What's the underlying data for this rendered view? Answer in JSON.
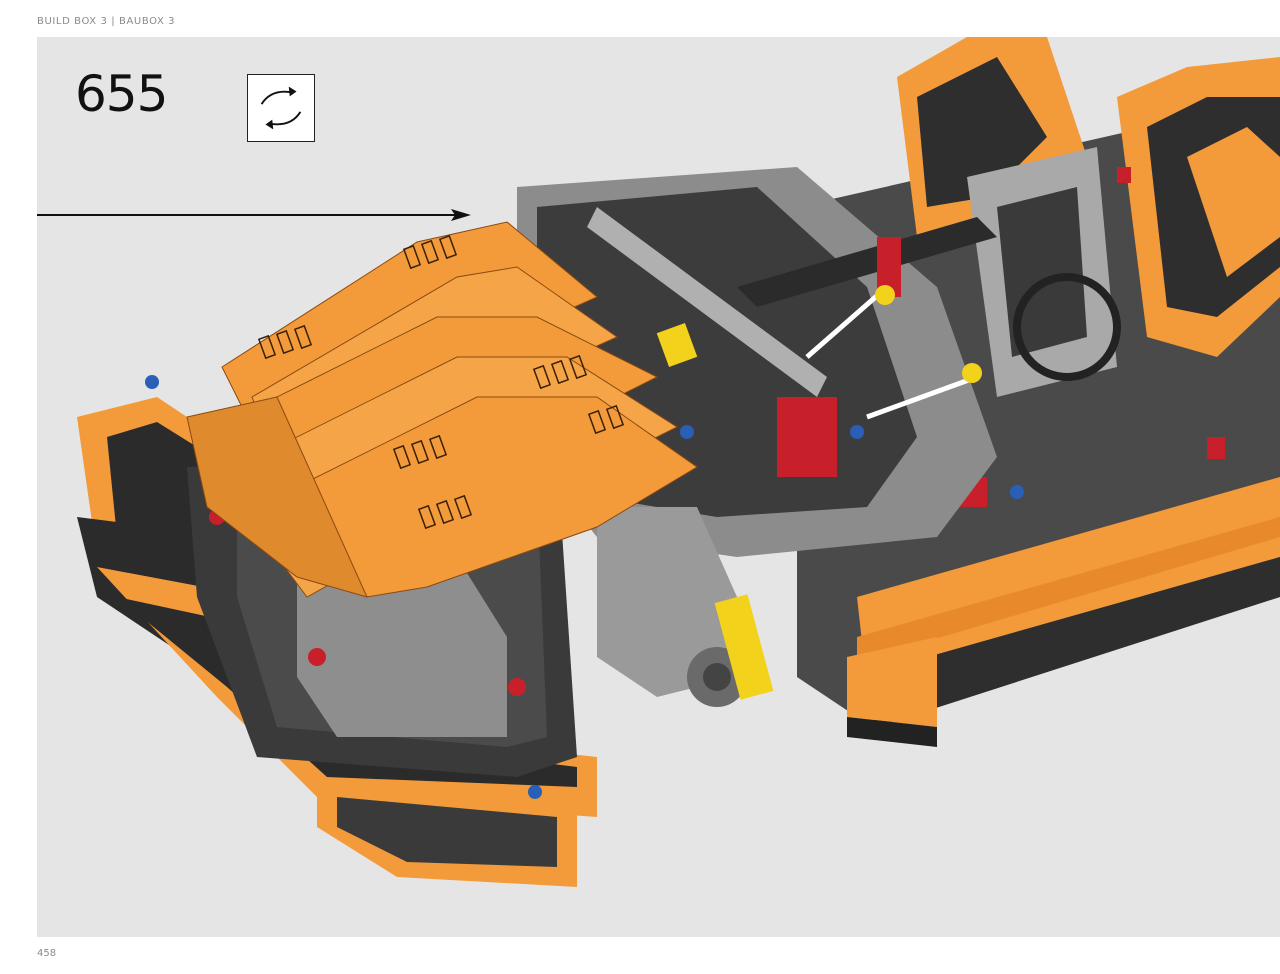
{
  "header": {
    "text": "BUILD BOX 3  |  BAUBOX 3"
  },
  "step": {
    "number": "655"
  },
  "icons": {
    "rotate": "rotate-model-icon",
    "arrow": "pointer-arrow"
  },
  "footer": {
    "page_number": "458"
  },
  "colors": {
    "panel_background": "#e5e5e5",
    "orange": "#f39a3b",
    "dark": "#3a3a3a",
    "light_gray": "#b8b8b8",
    "red": "#c8202a",
    "blue": "#2a5fb8",
    "yellow": "#f2d21b"
  }
}
